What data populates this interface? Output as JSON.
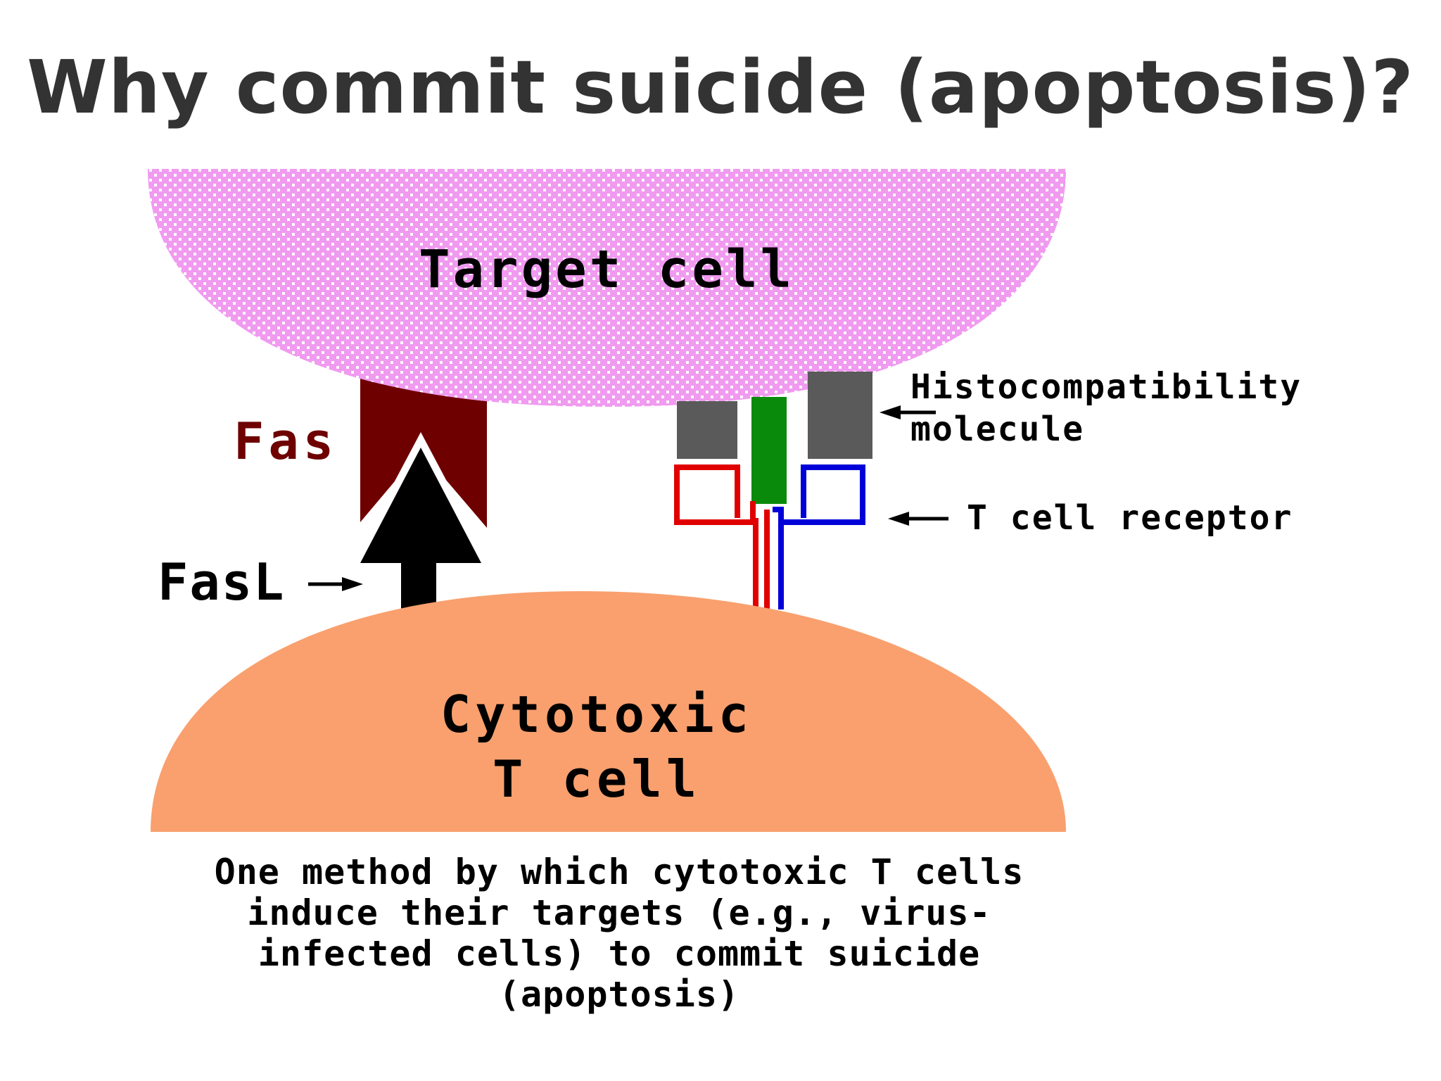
{
  "title": "Why commit suicide (apoptosis)?",
  "colors": {
    "target_cell": "#f09af0",
    "target_cell_dots": "#ffffff",
    "t_cell": "#f9a06e",
    "fas": "#6e0000",
    "histocompatibility": "#5a5a5a",
    "peptide": "#0a8a0a",
    "receptor_red": "#e00000",
    "receptor_blue": "#0000d8",
    "arrow": "#000000"
  },
  "diagram": {
    "target_cell_label": "Target cell",
    "t_cell_label_line1": "Cytotoxic",
    "t_cell_label_line2": "T cell",
    "fas_label": "Fas",
    "fasl_label": "FasL",
    "histocompatibility_label_line1": "Histocompatibility",
    "histocompatibility_label_line2": "molecule",
    "tcr_label": "T cell receptor"
  },
  "caption": {
    "line1": "One method by which cytotoxic T cells",
    "line2": "induce their targets (e.g., virus-",
    "line3": "infected cells) to commit suicide",
    "line4": "(apoptosis)"
  }
}
